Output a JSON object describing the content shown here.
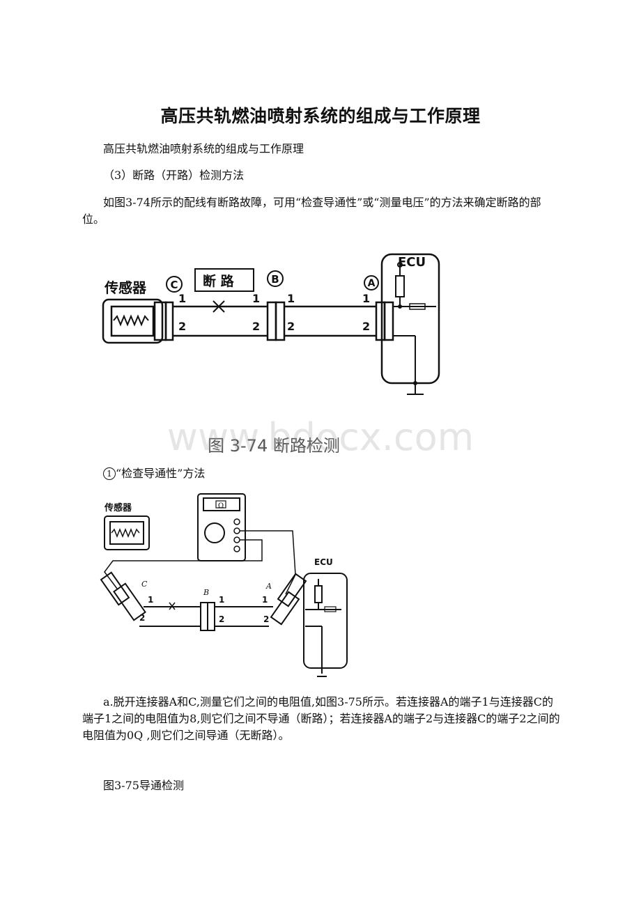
{
  "title": "高压共轨燃油喷射系统的组成与工作原理",
  "subtitle": "高压共轨燃油喷射系统的组成与工作原理",
  "section": "（3）断路（开路）检测方法",
  "intro": "如图3-74所示的配线有断路故障，可用“检查导通性”或“测量电压”的方法来确定断路的部位。",
  "fig74": {
    "ecu": "ECU",
    "sensor": "传感器",
    "break": "断 路",
    "conn_c": "C",
    "conn_b": "B",
    "conn_a": "A",
    "pin1": "1",
    "pin2": "2",
    "caption": "图 3-74   断路检测"
  },
  "watermark": "www.bdocx.com",
  "method1_num": "1",
  "method1": "“检查导通性”方法",
  "fig75": {
    "sensor": "传感器",
    "ecu": "ECU",
    "conn_c": "C",
    "conn_b": "B",
    "conn_a": "A",
    "pin1": "1",
    "pin2": "2",
    "meter_display": "Ω"
  },
  "body": "a.脱开连接器A和C,测量它们之间的电阻值,如图3-75所示。若连接器A的端子1与连接器C的端子1之间的电阻值为8,则它们之间不导通（断路）；若连接器A的端子2与连接器C的端子2之间的电阻值为0Q ,则它们之间导通（无断路）。",
  "fig75_caption": "图3-75导通检测"
}
